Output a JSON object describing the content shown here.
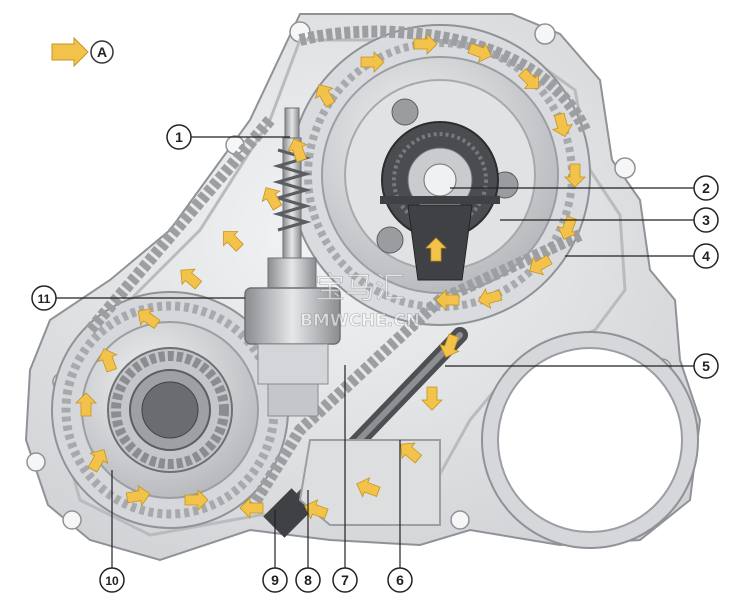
{
  "legend": {
    "label": "A",
    "arrow_color": "#f2c24a"
  },
  "callouts": [
    {
      "label": "1"
    },
    {
      "label": "2"
    },
    {
      "label": "3"
    },
    {
      "label": "4"
    },
    {
      "label": "5"
    },
    {
      "label": "6"
    },
    {
      "label": "7"
    },
    {
      "label": "8"
    },
    {
      "label": "9"
    },
    {
      "label": "10"
    },
    {
      "label": "11"
    }
  ],
  "watermark": {
    "line1": "宝马汇",
    "line2": "BMWCHE.CN"
  },
  "colors": {
    "housing": "#e6e7e9",
    "housing_dark": "#c9cbcf",
    "metal": "#b7b9bd",
    "dark": "#4a4c50",
    "oil_arrow": "#f2c24a"
  }
}
